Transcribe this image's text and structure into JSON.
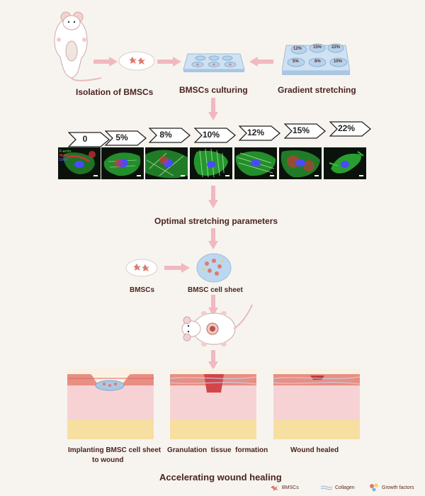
{
  "top": {
    "isolation": "Isolation of BMSCs",
    "culturing": "BMSCs culturing",
    "gradient": "Gradient stretching",
    "dish_labels": [
      "12%",
      "15%",
      "22%",
      "5%",
      "8%",
      "10%"
    ]
  },
  "stretch_tags": [
    "0",
    "5%",
    "8%",
    "10%",
    "12%",
    "15%",
    "22%"
  ],
  "stain_labels": [
    "F-actin",
    "Myh9",
    "DAPI"
  ],
  "optimal": "Optimal stretching parameters",
  "bmscs": "BMSCs",
  "cell_sheet": "BMSC cell sheet",
  "wound": {
    "implant_line1": "Implanting BMSC cell sheet",
    "implant_line2": "to wound",
    "granulation": "Granulation  tissue  formation",
    "healed": "Wound healed"
  },
  "conclusion": "Accelerating wound healing",
  "legend": {
    "bmscs": "BMSCs",
    "collagen": "Collagen",
    "growth": "Growth factors"
  },
  "colors": {
    "arrow": "#f2b8c0",
    "text": "#4a2420",
    "actin": "#2fc23a",
    "nucleus": "#4a4aff",
    "myh9": "#e0303a"
  }
}
